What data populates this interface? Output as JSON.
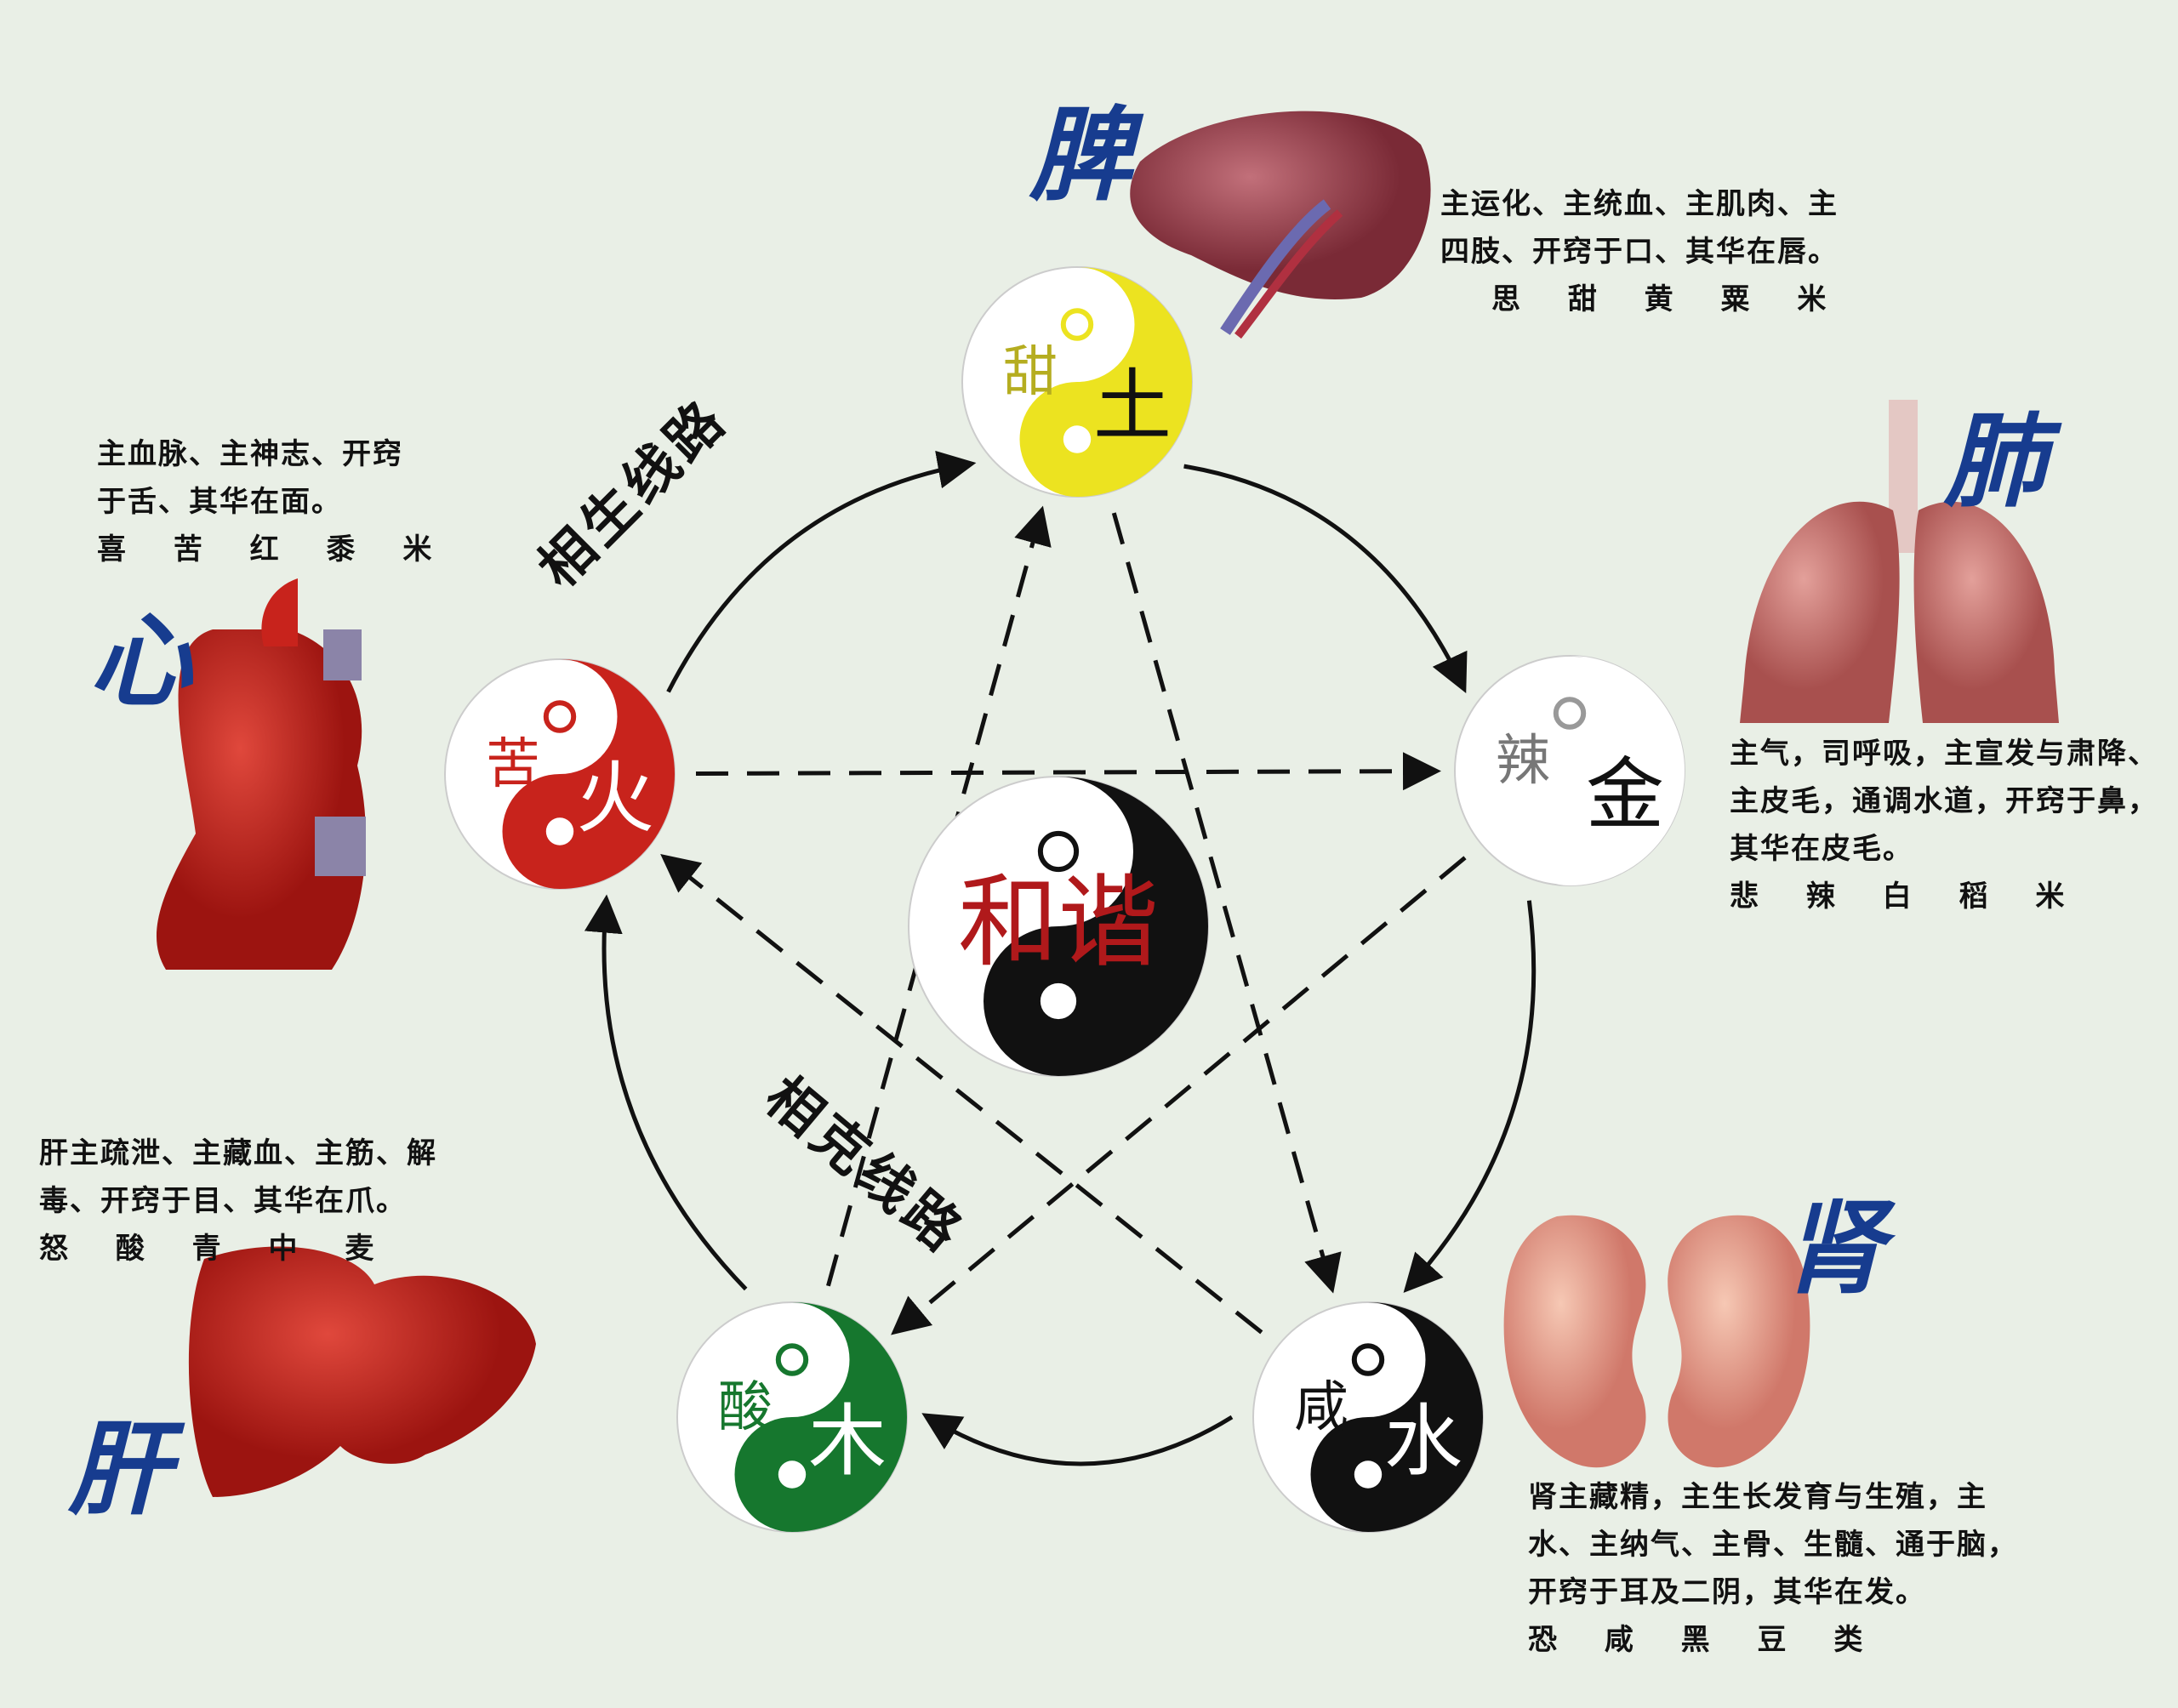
{
  "center": {
    "text": "和谐",
    "color": "#b0191b"
  },
  "routes": {
    "generating": "相生线路",
    "controlling": "相克线路"
  },
  "elements": [
    {
      "id": "earth",
      "element": "土",
      "taste": "甜",
      "color": "#ece320",
      "taste_color": "#b5ad20"
    },
    {
      "id": "metal",
      "element": "金",
      "taste": "辣",
      "color": "#ffffff",
      "taste_color": "#777777"
    },
    {
      "id": "water",
      "element": "水",
      "taste": "咸",
      "color": "#111111",
      "taste_color": "#111111"
    },
    {
      "id": "wood",
      "element": "木",
      "taste": "酸",
      "color": "#16772e",
      "taste_color": "#16772e"
    },
    {
      "id": "fire",
      "element": "火",
      "taste": "苦",
      "color": "#c8231c",
      "taste_color": "#c8231c"
    }
  ],
  "organs": {
    "spleen": {
      "label": "脾",
      "lines": [
        "主运化、主统血、主肌肉、主",
        "四肢、开窍于口、其华在唇。"
      ],
      "foods": "思 甜 黄 粟 米"
    },
    "lung": {
      "label": "肺",
      "lines": [
        "主气，司呼吸，主宣发与肃降、",
        "主皮毛，通调水道，开窍于鼻，",
        "其华在皮毛。"
      ],
      "foods": "悲 辣 白 稻 米"
    },
    "heart": {
      "label": "心",
      "lines": [
        "主血脉、主神志、开窍",
        "于舌、其华在面。"
      ],
      "foods": "喜 苦 红 黍 米"
    },
    "liver": {
      "label": "肝",
      "lines": [
        "肝主疏泄、主藏血、主筋、解",
        "毒、开窍于目、其华在爪。"
      ],
      "foods": "怒 酸 青 中 麦"
    },
    "kidney": {
      "label": "肾",
      "lines": [
        "肾主藏精，主生长发育与生殖，主",
        "水、主纳气、主骨、生髓、通于脑，",
        "开窍于耳及二阴，其华在发。"
      ],
      "foods": "恐 咸 黑 豆 类"
    }
  }
}
